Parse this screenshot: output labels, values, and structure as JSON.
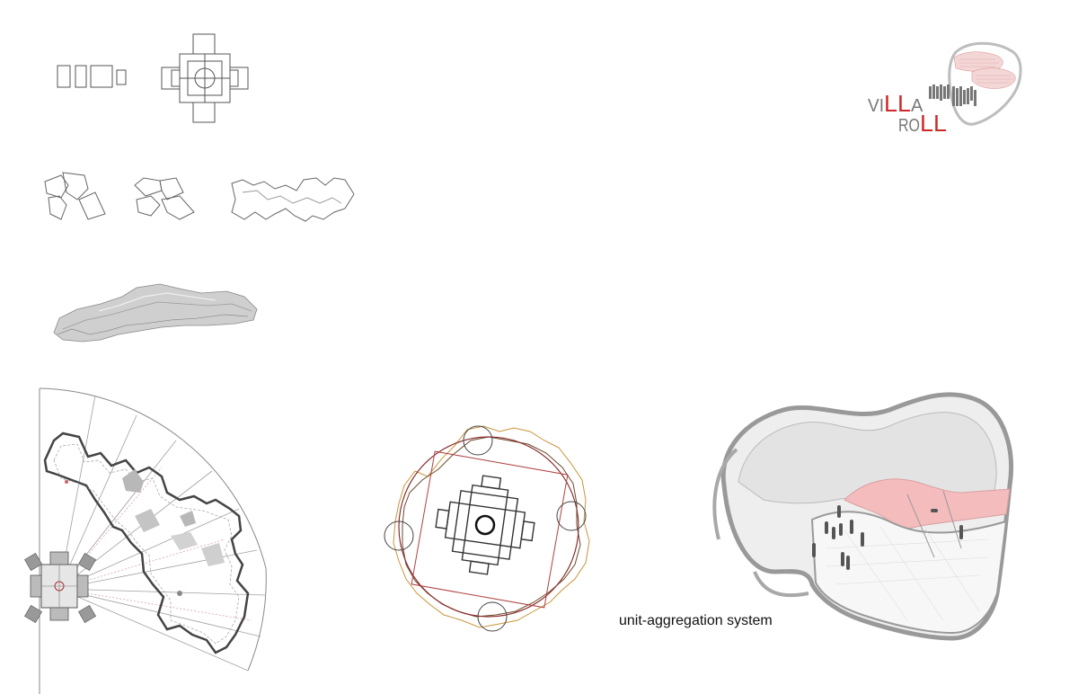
{
  "logo": {
    "line1": [
      "VI",
      "LL",
      "A"
    ],
    "line2": [
      "RO",
      "LL"
    ],
    "colors": {
      "grey": "#777777",
      "red": "#cc2a2a"
    }
  },
  "caption": "unit-aggregation system",
  "palette": {
    "line": "#555555",
    "light_line": "#9a9a9a",
    "red_line": "#b04040",
    "orange_line": "#c9953a",
    "membrane": "#e6e6e6",
    "accent_fill": "#f2b5b5"
  }
}
